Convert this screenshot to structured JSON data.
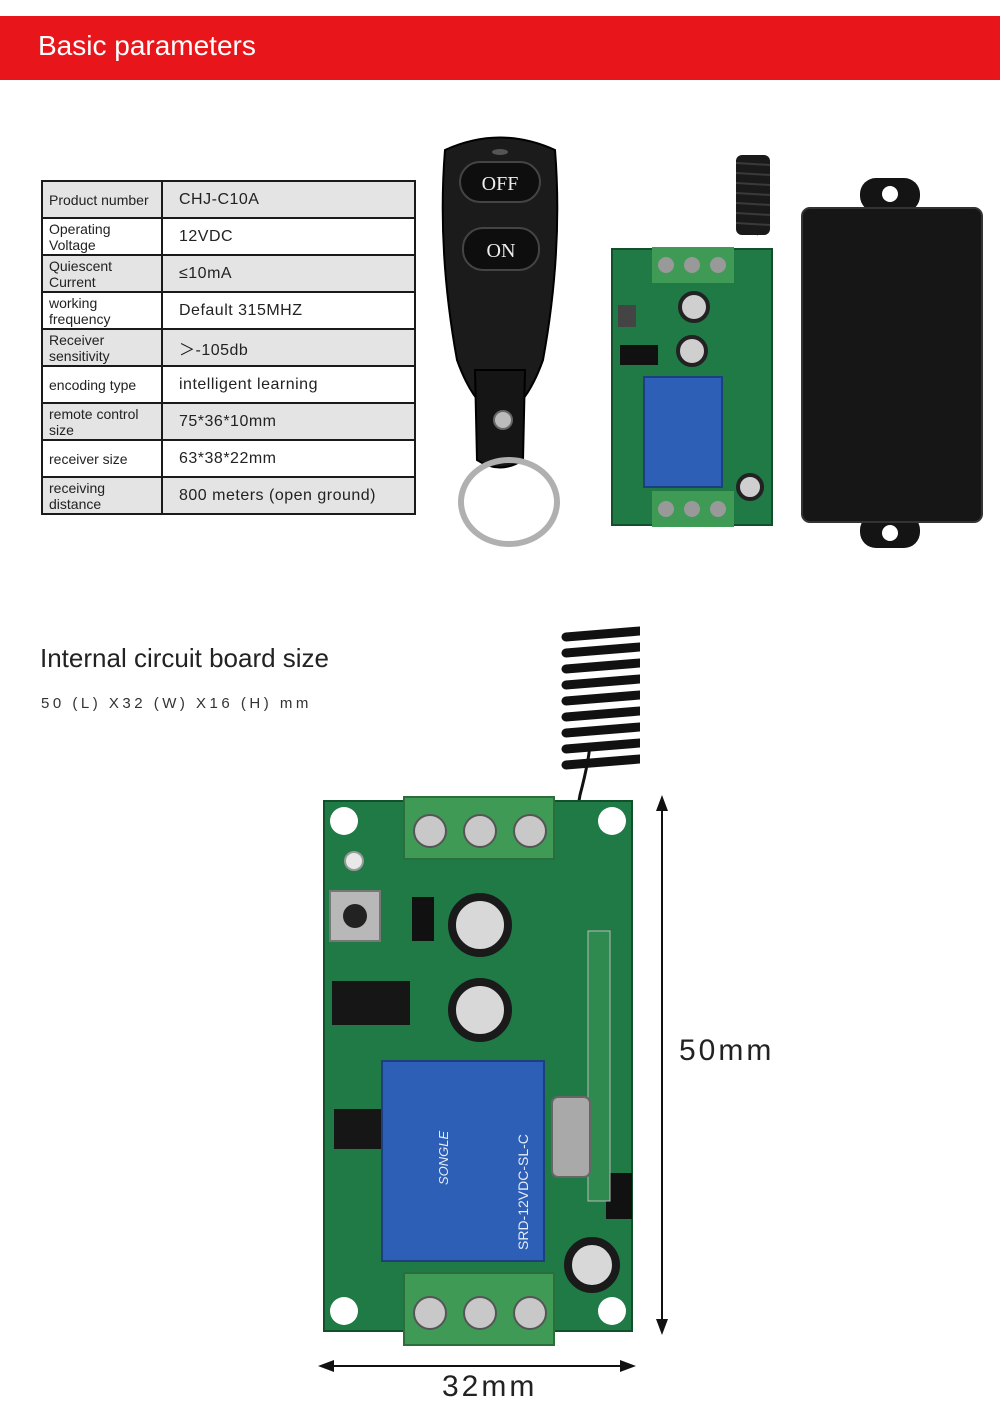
{
  "header": {
    "title": "Basic parameters"
  },
  "params": [
    {
      "label": "Product number",
      "value": "CHJ-C10A"
    },
    {
      "label": "Operating Voltage",
      "value": "12VDC"
    },
    {
      "label": "Quiescent Current",
      "value": "≤10mA"
    },
    {
      "label": "working frequency",
      "value": "Default 315MHZ"
    },
    {
      "label": "Receiver sensitivity",
      "value": "＞-105db"
    },
    {
      "label": "encoding type",
      "value": "intelligent learning"
    },
    {
      "label": "remote control size",
      "value": "75*36*10mm"
    },
    {
      "label": "receiver size",
      "value": "63*38*22mm"
    },
    {
      "label": "receiving distance",
      "value": "800 meters (open ground)"
    }
  ],
  "remote": {
    "button_off": "OFF",
    "button_on": "ON"
  },
  "board_section": {
    "title": "Internal circuit board size",
    "dims": "50 (L) X32 (W) X16 (H) mm",
    "height_label": "50mm",
    "width_label": "32mm"
  },
  "relay_text": {
    "brand": "SONGLE",
    "model": "SRD-12VDC-SL-C"
  },
  "colors": {
    "banner": "#e8161b",
    "pcb": "#1f7a45",
    "relay": "#2c5fb5",
    "terminal": "#3e9a55",
    "case": "#141414"
  }
}
